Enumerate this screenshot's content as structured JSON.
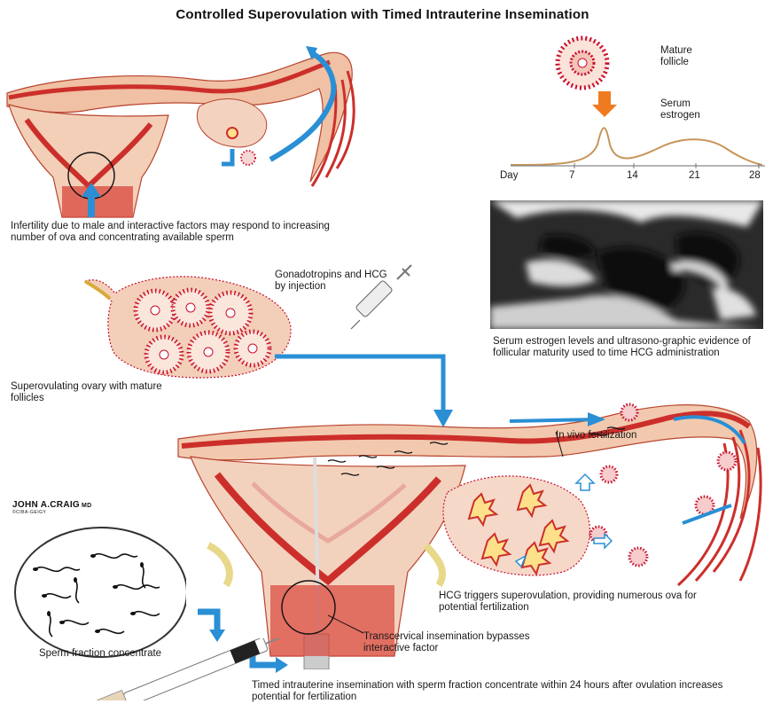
{
  "title": "Controlled Superovulation with Timed Intrauterine Insemination",
  "captions": {
    "infertility": "Infertility due to male and interactive factors may respond to increasing number of ova and concentrating available sperm",
    "superovulating": "Superovulating ovary with mature follicles",
    "gonadotropins": "Gonadotropins and HCG by injection",
    "serum_ultrasound": "Serum estrogen levels and ultrasono-graphic evidence of follicular maturity used to time HCG administration",
    "in_vivo": "In vivo fertilization",
    "hcg_triggers": "HCG triggers superovulation, providing numerous ova for potential fertilization",
    "transcervical": "Transcervical insemination bypasses interactive factor",
    "sperm_fraction": "Sperm fraction concentrate",
    "timed": "Timed intrauterine insemination with sperm fraction concentrate within 24 hours after ovulation increases potential for fertilization"
  },
  "follicle_labels": {
    "mature_follicle": "Mature follicle",
    "serum_estrogen": "Serum estrogen"
  },
  "graph": {
    "axis_prefix": "Day",
    "ticks": [
      "7",
      "14",
      "21",
      "28"
    ]
  },
  "signature": {
    "name": "JOHN A.CRAIG",
    "suffix": "MD",
    "org": "©CIBA-GEIGY"
  },
  "colors": {
    "tissue": "#f2c9ae",
    "muscle": "#cf3a34",
    "arrow": "#2a8fd4",
    "follicle_dot": "#c8102e"
  }
}
